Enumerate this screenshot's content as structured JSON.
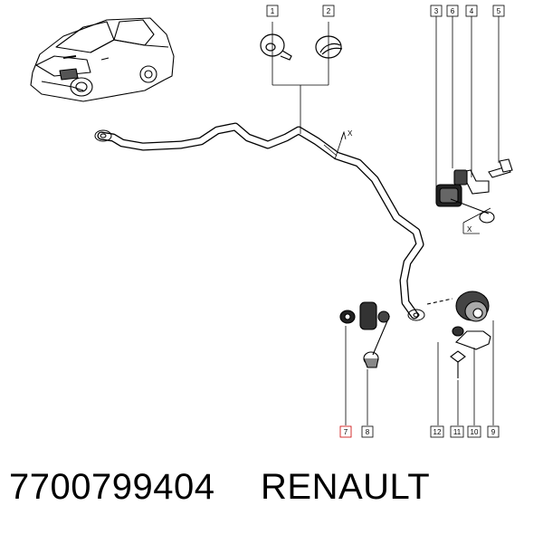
{
  "diagram": {
    "callouts": [
      "1",
      "2",
      "3",
      "6",
      "4",
      "5",
      "7",
      "8",
      "12",
      "11",
      "10",
      "9"
    ],
    "dimension_labels": [
      "X",
      "X"
    ]
  },
  "footer": {
    "part_number": "7700799404",
    "brand": "RENAULT"
  }
}
